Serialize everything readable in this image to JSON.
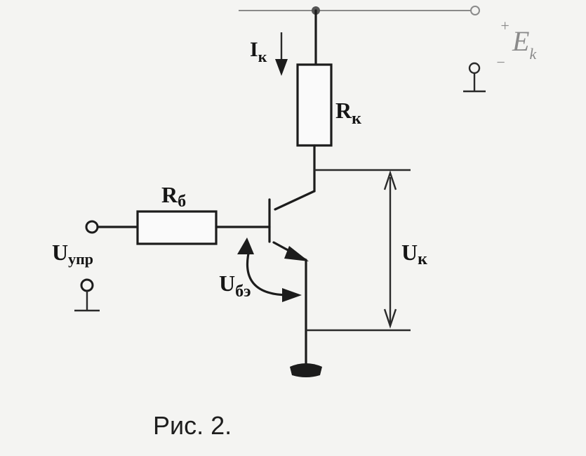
{
  "labels": {
    "supply": "E",
    "supply_sub": "k",
    "supply_plus": "+",
    "supply_minus": "−",
    "collector_current": "I",
    "collector_current_sub": "к",
    "collector_resistor": "R",
    "collector_resistor_sub": "к",
    "base_resistor": "R",
    "base_resistor_sub": "б",
    "control_voltage": "U",
    "control_voltage_sub": "упр",
    "base_emitter_voltage": "U",
    "base_emitter_voltage_sub": "бэ",
    "collector_voltage": "U",
    "collector_voltage_sub": "к"
  },
  "caption": "Рис. 2."
}
